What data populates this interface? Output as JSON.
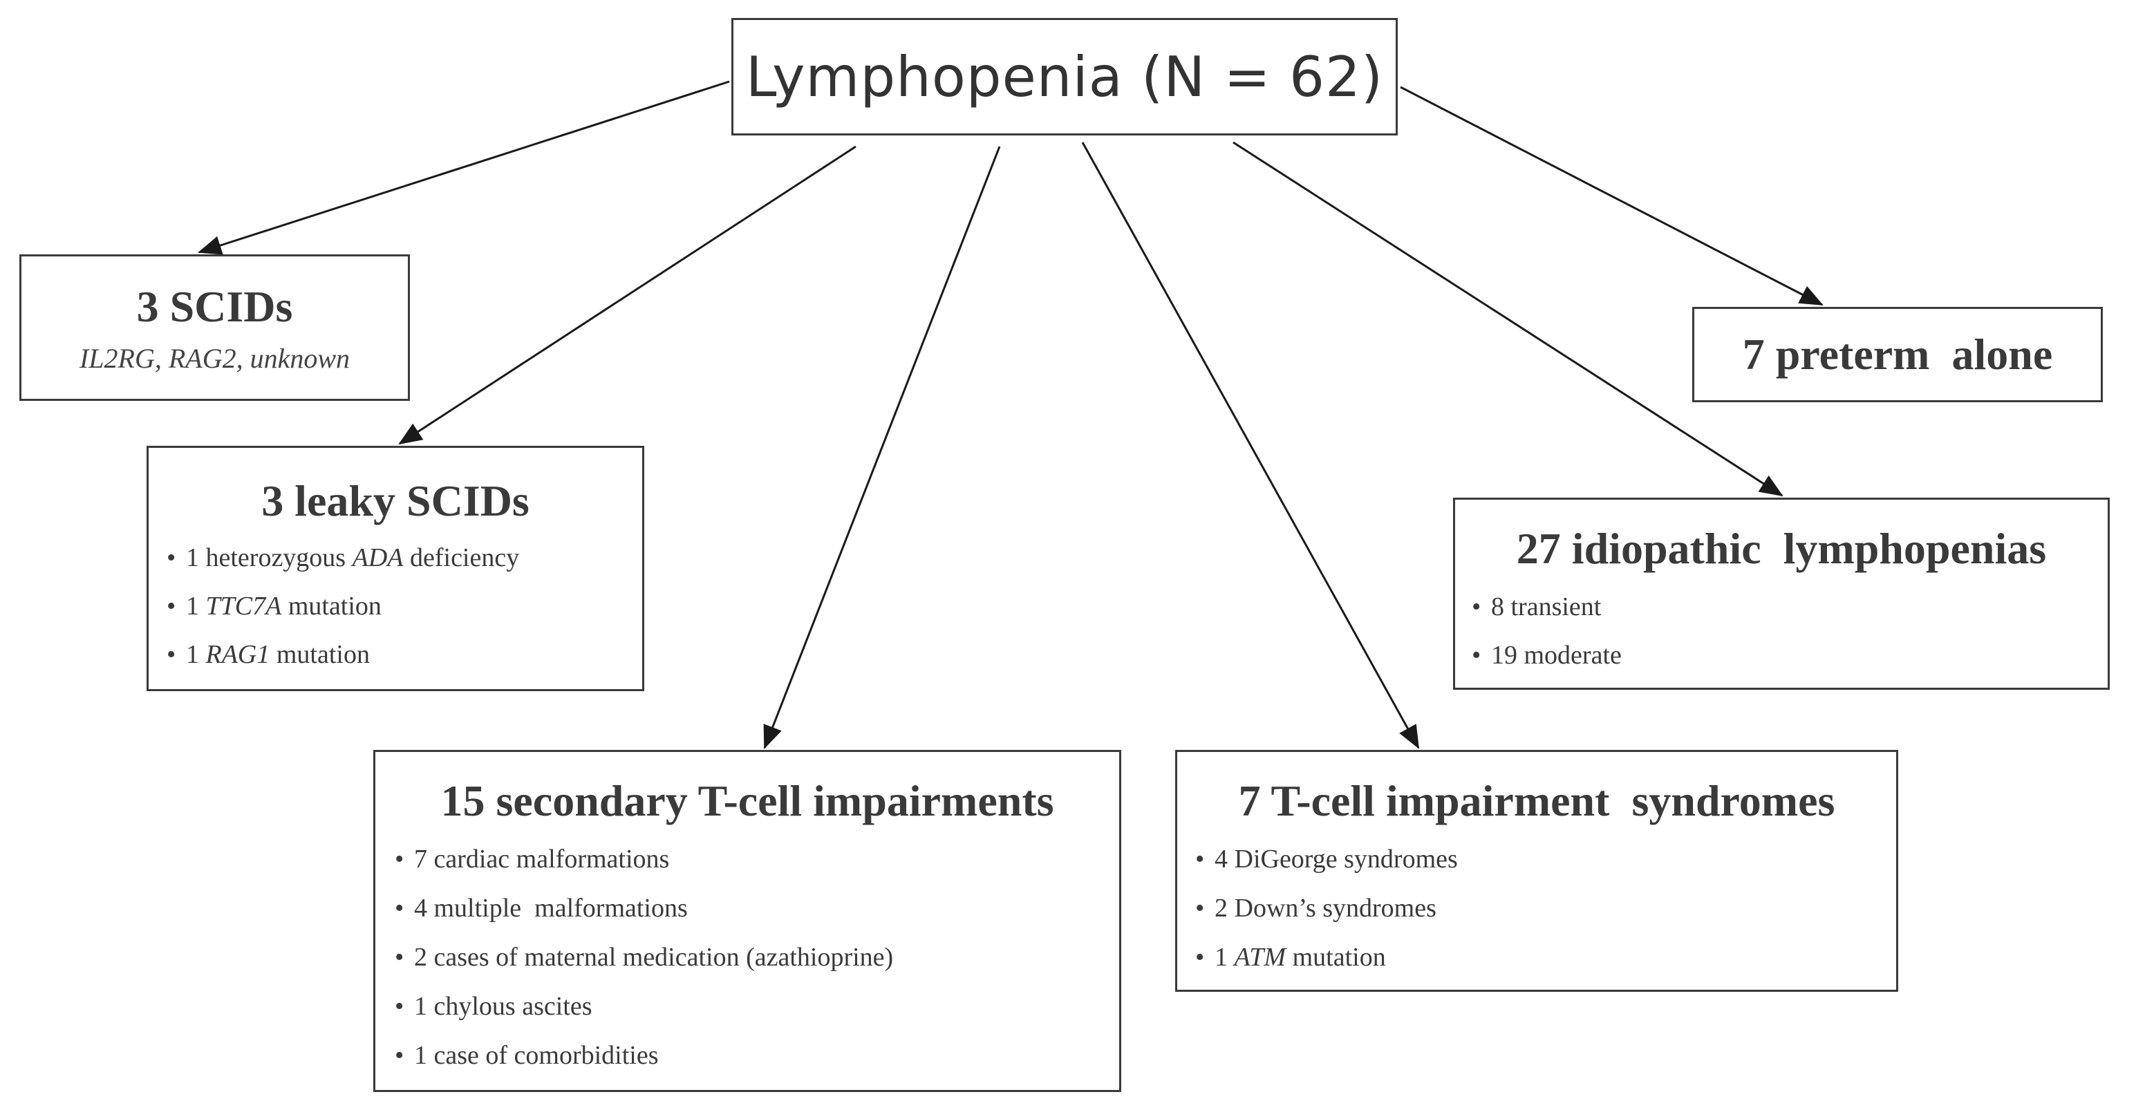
{
  "root": {
    "label": "Lymphopenia (N = 62)"
  },
  "nodes": {
    "scids": {
      "title": "3 SCIDs",
      "subtitle": "IL2RG, RAG2, unknown"
    },
    "leaky_scids": {
      "title": "3 leaky SCIDs",
      "items": [
        {
          "pre": "1 heterozygous ",
          "gene": "ADA",
          "post": " deficiency"
        },
        {
          "pre": "1 ",
          "gene": "TTC7A",
          "post": " mutation"
        },
        {
          "pre": "1 ",
          "gene": "RAG1",
          "post": " mutation"
        }
      ]
    },
    "preterm": {
      "title": "7 preterm  alone"
    },
    "idiopathic": {
      "title": "27 idiopathic  lymphopenias",
      "items": [
        {
          "text": "8 transient"
        },
        {
          "text": "19 moderate"
        }
      ]
    },
    "secondary": {
      "title": "15 secondary T-cell impairments",
      "items": [
        {
          "text": "7 cardiac malformations"
        },
        {
          "text": "4 multiple  malformations"
        },
        {
          "text": "2 cases of maternal medication (azathioprine)"
        },
        {
          "text": "1 chylous ascites"
        },
        {
          "text": "1 case of comorbidities"
        }
      ]
    },
    "syndromes": {
      "title": "7 T-cell impairment  syndromes",
      "items": [
        {
          "pre": "4 DiGeorge syndromes",
          "gene": "",
          "post": ""
        },
        {
          "pre": "2 Down’s syndromes",
          "gene": "",
          "post": ""
        },
        {
          "pre": "1 ",
          "gene": "ATM",
          "post": " mutation"
        }
      ]
    }
  },
  "bullet_symbol": "•",
  "colors": {
    "line": "#1a1a1a",
    "border": "#3a3a3a",
    "text": "#333333"
  }
}
